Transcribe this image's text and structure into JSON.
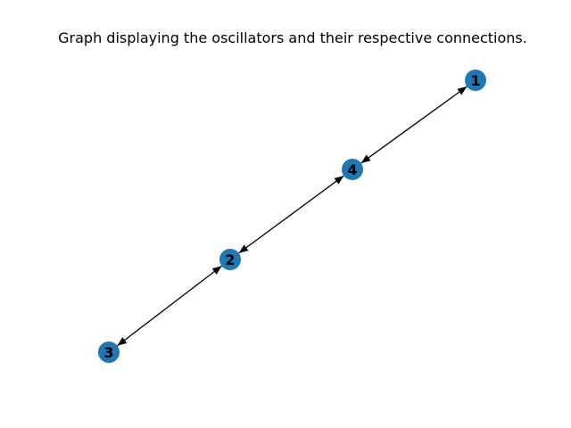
{
  "title": "Graph displaying the oscillators and their respective connections.",
  "node_color": "#1f77b4",
  "edge_color": "#000000",
  "nodes": [
    {
      "id": "1",
      "label": "1"
    },
    {
      "id": "4",
      "label": "4"
    },
    {
      "id": "2",
      "label": "2"
    },
    {
      "id": "3",
      "label": "3"
    }
  ],
  "edges": [
    {
      "from": "1",
      "to": "4",
      "directed": "both"
    },
    {
      "from": "4",
      "to": "2",
      "directed": "both"
    },
    {
      "from": "2",
      "to": "3",
      "directed": "both"
    }
  ]
}
